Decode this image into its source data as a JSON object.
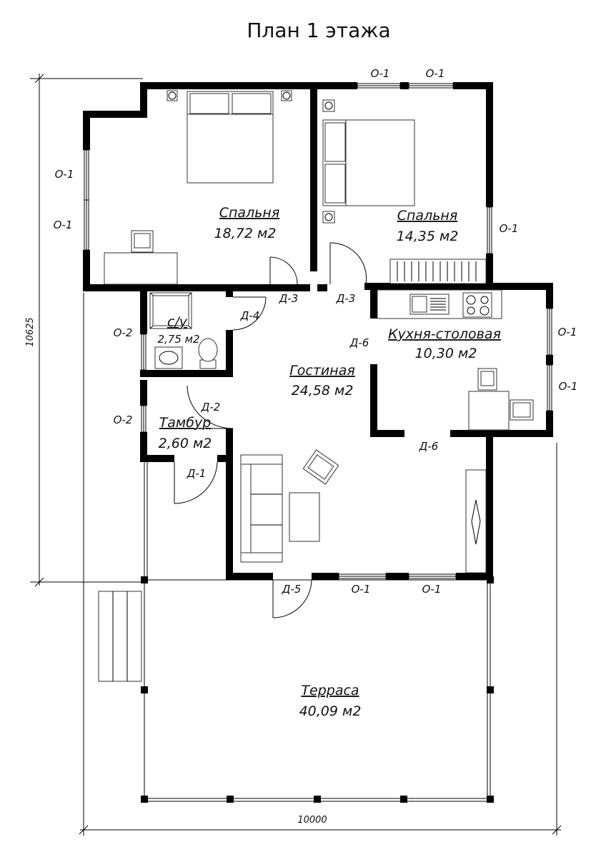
{
  "title": "План 1 этажа",
  "rooms": {
    "bedroom1": {
      "name": "Спальня",
      "area": "18,72  м2"
    },
    "bedroom2": {
      "name": "Спальня",
      "area": "14,35  м2"
    },
    "bathroom": {
      "name": "с/у",
      "area": "2,75  м2"
    },
    "kitchen": {
      "name": "Кухня-столовая",
      "area": "10,30  м2"
    },
    "living": {
      "name": "Гостиная",
      "area": "24,58  м2"
    },
    "vestibule": {
      "name": "Тамбур",
      "area": "2,60  м2"
    },
    "terrace": {
      "name": "Терраса",
      "area": "40,09  м2"
    }
  },
  "tags": {
    "window1": "О-1",
    "window2": "О-2",
    "door1": "Д-1",
    "door2": "Д-2",
    "door3": "Д-3",
    "door4": "Д-4",
    "door5": "Д-5",
    "door6": "Д-6"
  },
  "dimensions": {
    "height": "10625",
    "width": "10000"
  }
}
